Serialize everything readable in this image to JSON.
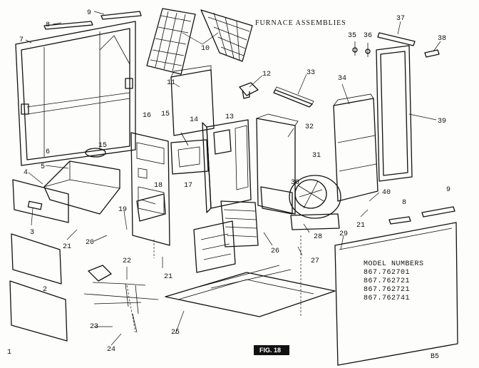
{
  "title": "FURNACE ASSEMBLIES",
  "figure_label": "FIG. 18",
  "page_code": "B5",
  "model_numbers": {
    "heading": "MODEL NUMBERS",
    "items": [
      "867.762701",
      "867.762721",
      "867.762721",
      "867.762741"
    ]
  },
  "callouts": [
    "1",
    "2",
    "3",
    "4",
    "5",
    "6",
    "7",
    "8",
    "9",
    "10",
    "11",
    "12",
    "13",
    "14",
    "15",
    "16",
    "17",
    "18",
    "19",
    "20",
    "21",
    "22",
    "23",
    "24",
    "25",
    "26",
    "27",
    "28",
    "29",
    "30",
    "31",
    "32",
    "33",
    "34",
    "35",
    "36",
    "37",
    "38",
    "39",
    "40"
  ]
}
